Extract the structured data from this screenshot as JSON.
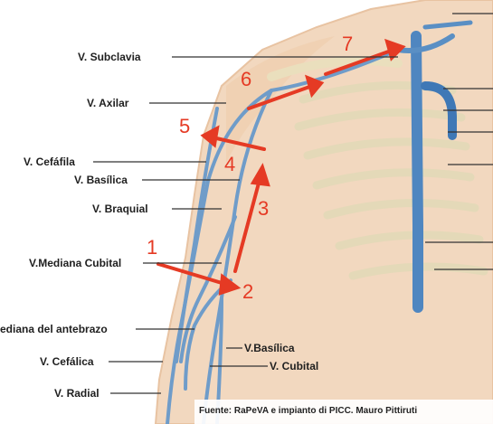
{
  "labels": {
    "subclavia": "V. Subclavia",
    "axilar": "V. Axilar",
    "cefafila": "V. Cefáfila",
    "basilica_upper": "V. Basílica",
    "braquial": "V. Braquial",
    "mediana_cubital": "V.Mediana Cubital",
    "mediana_antebrazo": "ediana del antebrazo",
    "basilica_lower": "V.Basílica",
    "cefalica": "V. Cefálica",
    "cubital": "V. Cubital",
    "radial": "V. Radial"
  },
  "steps": [
    "1",
    "2",
    "3",
    "4",
    "5",
    "6",
    "7"
  ],
  "source": "Fuente:  RaPeVA e impianto di PICC. Mauro Pittiruti",
  "colors": {
    "arrow": "#e53a24",
    "skin": "#f2d8bf",
    "vein": "#5a8fc4",
    "bone": "#efe5c8"
  }
}
